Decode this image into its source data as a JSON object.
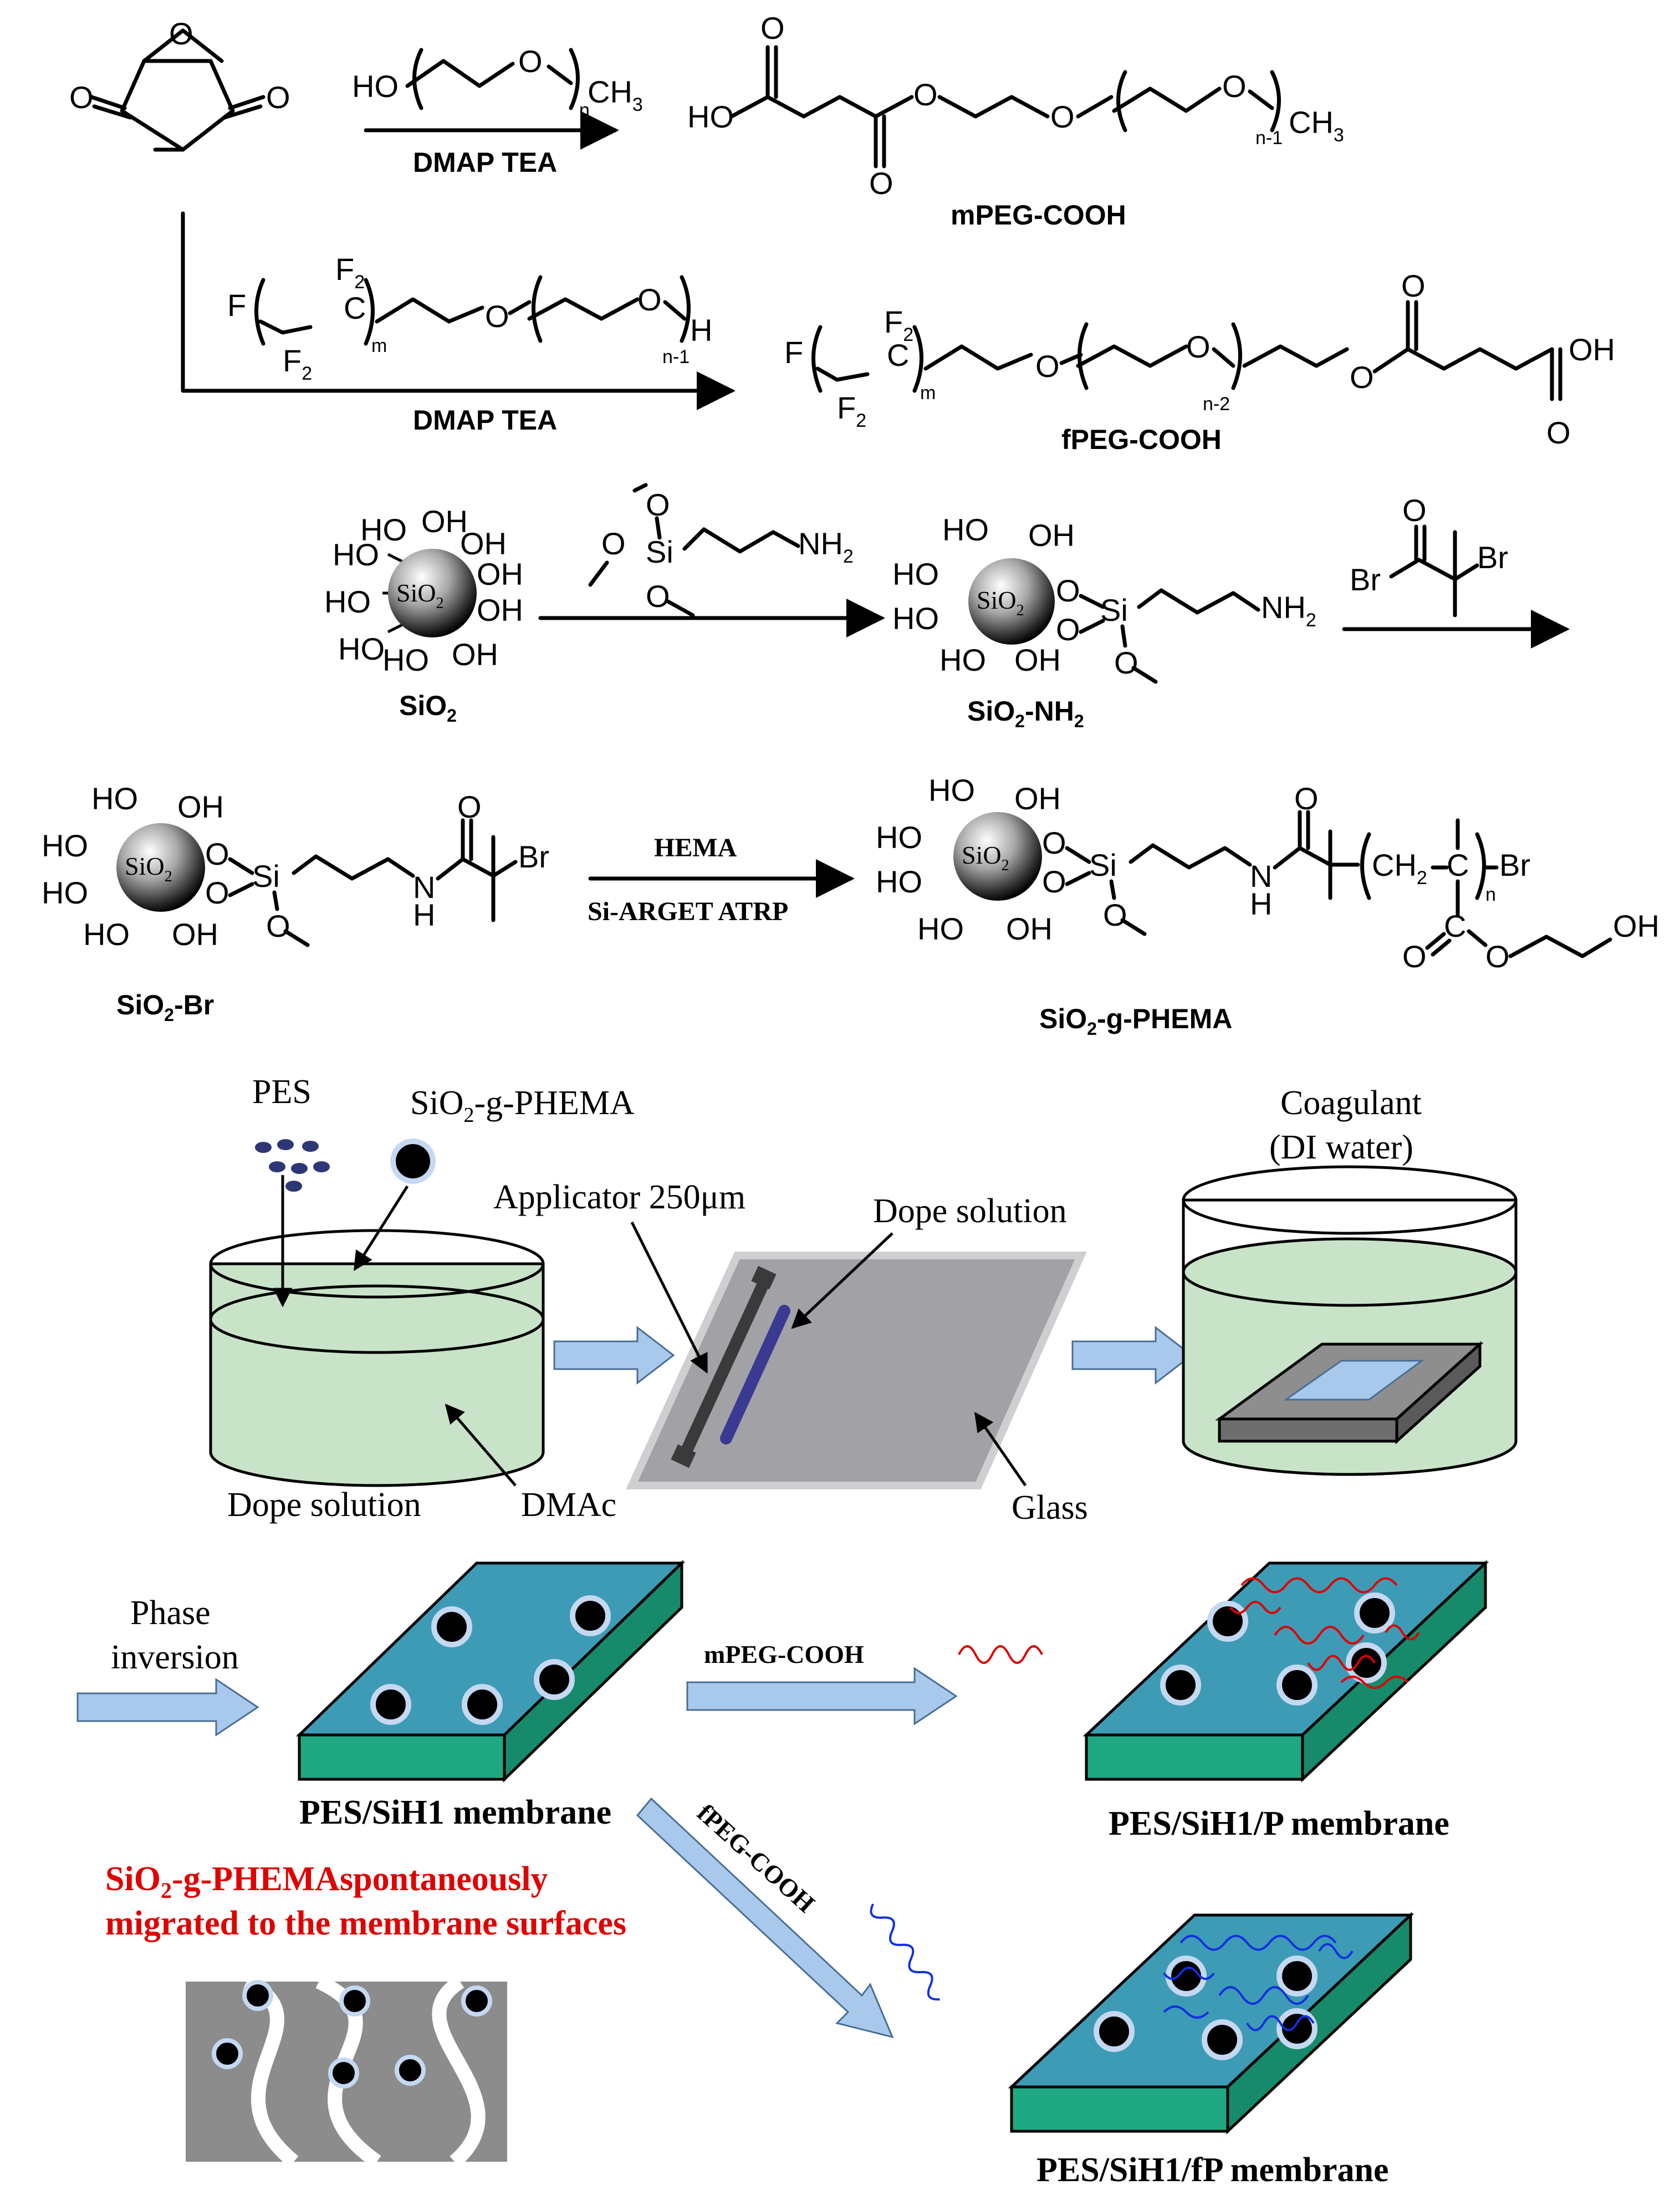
{
  "palette": {
    "solution_green": "#c9e3c8",
    "membrane_top": "#3d9bb5",
    "membrane_side": "#1fa882",
    "arrow_fill": "#a9c9ec",
    "glass_gray": "#a2a2a6",
    "nanoparticle": "#000000",
    "nanoparticle_ring": "#c5d8f2",
    "red_text": "#e00000",
    "mpeg_chain": "#e00000",
    "fpeg_chain": "#1030e0",
    "cross_section_gray": "#8c8c8c"
  },
  "row1": {
    "reagent_ho": "HO",
    "reagent_o": "O",
    "reagent_n": "n",
    "reagent_ch3": "CH",
    "reagent_ch3_sub": "3",
    "conditions": "DMAP TEA",
    "product_ho": "HO",
    "product_n1": "n-1",
    "product_ch3": "CH",
    "product_ch3_sub": "3",
    "product_label": "mPEG-COOH"
  },
  "row2": {
    "f_atom": "F",
    "f2": "F",
    "f2_sub": "2",
    "c_atom": "C",
    "m": "m",
    "o_atom": "O",
    "h_atom": "H",
    "n1": "n-1",
    "conditions": "DMAP TEA",
    "n2": "n-2",
    "oh": "OH",
    "product_label": "fPEG-COOH"
  },
  "row3": {
    "ho": "HO",
    "oh": "OH",
    "core_si": "SiO",
    "core_sub": "2",
    "silane_o": "O",
    "silane_si": "Si",
    "nh2": "NH",
    "nh2_sub": "2",
    "br": "Br",
    "sio2_label": "SiO",
    "sio2_label_sub": "2",
    "sio2nh2_label": "SiO",
    "sio2nh2_label_sub": "2",
    "sio2nh2_label_tail": "-NH",
    "sio2nh2_label_tail_sub": "2"
  },
  "row4": {
    "nh": "N",
    "h": "H",
    "o": "O",
    "br": "Br",
    "reagent_top": "HEMA",
    "reagent_bottom": "Si-ARGET ATRP",
    "ch2": "CH",
    "ch2_sub": "2",
    "c": "C",
    "n": "n",
    "oh": "OH",
    "sio2br_label": "SiO",
    "sio2br_label_sub": "2",
    "sio2br_label_tail": "-Br",
    "sio2gphema_label": "SiO",
    "sio2gphema_label_sub": "2",
    "sio2gphema_label_tail": "-g-PHEMA"
  },
  "casting": {
    "pes": "PES",
    "sio2gphema": "SiO",
    "sio2gphema_sub": "2",
    "sio2gphema_tail": "-g-PHEMA",
    "applicator": "Applicator 250μm",
    "dope_solution_top": "Dope solution",
    "coagulant_line1": "Coagulant",
    "coagulant_line2": "(DI water)",
    "dope_solution_bottom": "Dope solution",
    "dmac": "DMAc",
    "glass": "Glass"
  },
  "membranes": {
    "phase_inversion_line1": "Phase",
    "phase_inversion_line2": "inversion",
    "mpeg_arrow": "mPEG-COOH",
    "fpeg_arrow": "fPEG-COOH",
    "pes_sih1": "PES/SiH1 membrane",
    "pes_sih1_p": "PES/SiH1/P membrane",
    "pes_sih1_fp": "PES/SiH1/fP membrane",
    "migration_line1_a": "SiO",
    "migration_line1_sub": "2",
    "migration_line1_b": "-g-PHEMAspontaneously",
    "migration_line2": "migrated to the membrane  surfaces"
  }
}
